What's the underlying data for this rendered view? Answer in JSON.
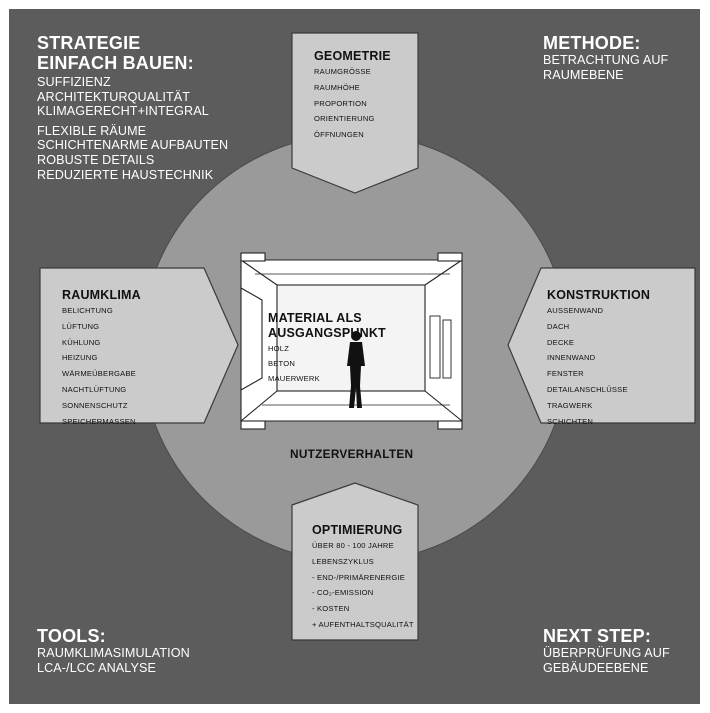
{
  "corners": {
    "top_left": {
      "title_lines": [
        "STRATEGIE",
        "EINFACH BAUEN:"
      ],
      "items": [
        "SUFFIZIENZ",
        "ARCHITEKTURQUALITÄT",
        "KLIMAGERECHT+INTEGRAL",
        "FLEXIBLE RÄUME",
        "SCHICHTENARME AUFBAUTEN",
        "ROBUSTE DETAILS",
        "REDUZIERTE HAUSTECHNIK"
      ]
    },
    "top_right": {
      "title": "METHODE:",
      "items": [
        "BETRACHTUNG AUF",
        "RAUMEBENE"
      ]
    },
    "bottom_left": {
      "title": "TOOLS:",
      "items": [
        "RAUMKLIMASIMULATION",
        "LCA-/LCC ANALYSE"
      ]
    },
    "bottom_right": {
      "title": "NEXT STEP:",
      "items": [
        "ÜBERPRÜFUNG AUF",
        "GEBÄUDEEBENE"
      ]
    }
  },
  "boxes": {
    "geometrie": {
      "title": "GEOMETRIE",
      "items": [
        "RAUMGRÖSSE",
        "RAUMHÖHE",
        "PROPORTION",
        "ORIENTIERUNG",
        "ÖFFNUNGEN"
      ]
    },
    "raumklima": {
      "title": "RAUMKLIMA",
      "items": [
        "BELICHTUNG",
        "LÜFTUNG",
        "KÜHLUNG",
        "HEIZUNG",
        "WÄRMEÜBERGABE",
        "NACHTLÜFTUNG",
        "SONNENSCHUTZ",
        "SPEICHERMASSEN"
      ]
    },
    "konstruktion": {
      "title": "KONSTRUKTION",
      "items": [
        "AUSSENWAND",
        "DACH",
        "DECKE",
        "INNENWAND",
        "FENSTER",
        "DETAILANSCHLÜSSE",
        "TRAGWERK",
        "SCHICHTEN"
      ]
    },
    "optimierung": {
      "title": "OPTIMIERUNG",
      "items": [
        "ÜBER 80 - 100 JAHRE",
        "LEBENSZYKLUS",
        "- END-/PRIMÄRENERGIE",
        "- CO₂-EMISSION",
        "- KOSTEN",
        "+ AUFENTHALTSQUALITÄT"
      ]
    }
  },
  "center": {
    "material": {
      "title_lines": [
        "MATERIAL ALS",
        "AUSGANGSPUNKT"
      ],
      "items": [
        "HOLZ",
        "BETON",
        "MAUERWERK"
      ]
    },
    "label": "NUTZERVERHALTEN"
  },
  "colors": {
    "background": "#5c5c5c",
    "circle": "#9a9a9a",
    "box_fill": "#cbcbcb",
    "room_fill": "#ffffff",
    "text_dark": "#111111",
    "text_light": "#ffffff"
  }
}
